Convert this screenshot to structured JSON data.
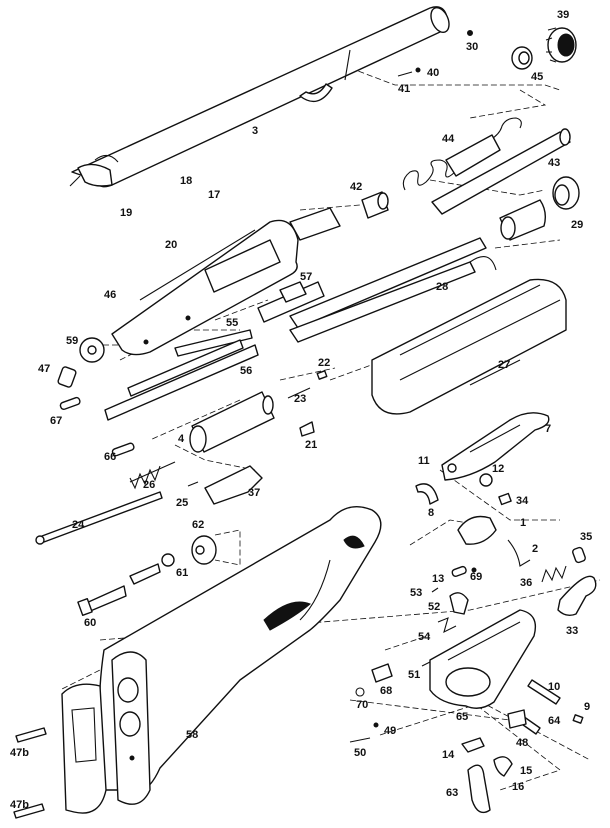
{
  "callouts": [
    {
      "id": "p30",
      "text": "30"
    },
    {
      "id": "p39",
      "text": "39"
    },
    {
      "id": "p40",
      "text": "40"
    },
    {
      "id": "p41",
      "text": "41"
    },
    {
      "id": "p45",
      "text": "45"
    },
    {
      "id": "p3",
      "text": "3"
    },
    {
      "id": "p44",
      "text": "44"
    },
    {
      "id": "p43",
      "text": "43"
    },
    {
      "id": "p18",
      "text": "18"
    },
    {
      "id": "p17",
      "text": "17"
    },
    {
      "id": "p19",
      "text": "19"
    },
    {
      "id": "p42",
      "text": "42"
    },
    {
      "id": "p20",
      "text": "20"
    },
    {
      "id": "p29",
      "text": "29"
    },
    {
      "id": "p57",
      "text": "57"
    },
    {
      "id": "p46",
      "text": "46"
    },
    {
      "id": "p28",
      "text": "28"
    },
    {
      "id": "p55",
      "text": "55"
    },
    {
      "id": "p59",
      "text": "59"
    },
    {
      "id": "p27",
      "text": "27"
    },
    {
      "id": "p47",
      "text": "47"
    },
    {
      "id": "p56",
      "text": "56"
    },
    {
      "id": "p22",
      "text": "22"
    },
    {
      "id": "p23",
      "text": "23"
    },
    {
      "id": "p67",
      "text": "67"
    },
    {
      "id": "p7",
      "text": "7"
    },
    {
      "id": "p4",
      "text": "4"
    },
    {
      "id": "p21",
      "text": "21"
    },
    {
      "id": "p66",
      "text": "66"
    },
    {
      "id": "p11",
      "text": "11"
    },
    {
      "id": "p12",
      "text": "12"
    },
    {
      "id": "p26",
      "text": "26"
    },
    {
      "id": "p25",
      "text": "25"
    },
    {
      "id": "p37",
      "text": "37"
    },
    {
      "id": "p34",
      "text": "34"
    },
    {
      "id": "p8",
      "text": "8"
    },
    {
      "id": "p1",
      "text": "1"
    },
    {
      "id": "p24",
      "text": "24"
    },
    {
      "id": "p62",
      "text": "62"
    },
    {
      "id": "p35",
      "text": "35"
    },
    {
      "id": "p2",
      "text": "2"
    },
    {
      "id": "p61",
      "text": "61"
    },
    {
      "id": "p13",
      "text": "13"
    },
    {
      "id": "p69",
      "text": "69"
    },
    {
      "id": "p36",
      "text": "36"
    },
    {
      "id": "p53",
      "text": "53"
    },
    {
      "id": "p52",
      "text": "52"
    },
    {
      "id": "p60",
      "text": "60"
    },
    {
      "id": "p33",
      "text": "33"
    },
    {
      "id": "p54",
      "text": "54"
    },
    {
      "id": "p51",
      "text": "51"
    },
    {
      "id": "p68",
      "text": "68"
    },
    {
      "id": "p10",
      "text": "10"
    },
    {
      "id": "p70",
      "text": "70"
    },
    {
      "id": "p9",
      "text": "9"
    },
    {
      "id": "p65",
      "text": "65"
    },
    {
      "id": "p64",
      "text": "64"
    },
    {
      "id": "p58",
      "text": "58"
    },
    {
      "id": "p49",
      "text": "49"
    },
    {
      "id": "p48",
      "text": "48"
    },
    {
      "id": "p47b1",
      "text": "47b"
    },
    {
      "id": "p50",
      "text": "50"
    },
    {
      "id": "p14",
      "text": "14"
    },
    {
      "id": "p15",
      "text": "15"
    },
    {
      "id": "p16",
      "text": "16"
    },
    {
      "id": "p63",
      "text": "63"
    },
    {
      "id": "p47b2",
      "text": "47b"
    }
  ]
}
